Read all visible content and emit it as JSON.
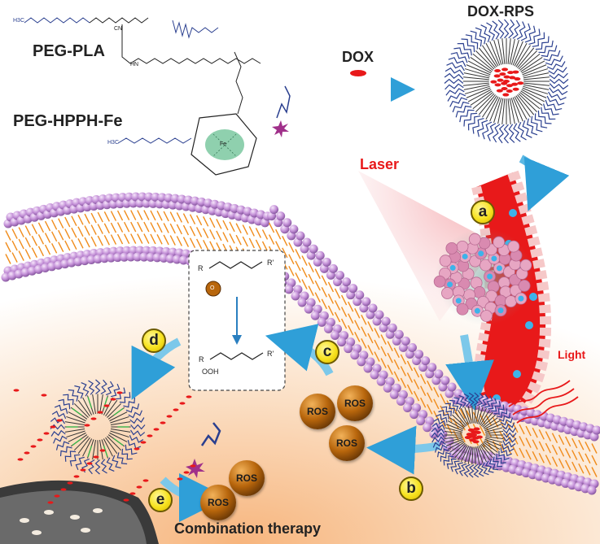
{
  "labels": {
    "peg_pla": "PEG-PLA",
    "peg_hpph_fe": "PEG-HPPH-Fe",
    "dox": "DOX",
    "dox_rps": "DOX-RPS",
    "laser": "Laser",
    "light": "Light",
    "combination": "Combination therapy"
  },
  "steps": [
    "a",
    "b",
    "c",
    "d",
    "e"
  ],
  "ros": [
    "ROS",
    "ROS",
    "ROS",
    "ROS",
    "ROS"
  ],
  "chem": {
    "h3c_1": "H3C",
    "h3c_2": "H3C",
    "cn": "CN",
    "hn": "HN",
    "r": "R",
    "r_prime": "R'",
    "r2": "R",
    "r2_prime": "R'",
    "ooh": "OOH",
    "o": "O",
    "fe": "Fe"
  },
  "colors": {
    "arrow": "#3aa6dc",
    "badge": "#f7e21e",
    "ros": "#b8660c",
    "membrane_head": "#c89ad8",
    "membrane_tail": "#f08c1c",
    "vessel": "#e8191a",
    "text_red": "#e8191a",
    "peg_blue": "#2a3f8f"
  }
}
